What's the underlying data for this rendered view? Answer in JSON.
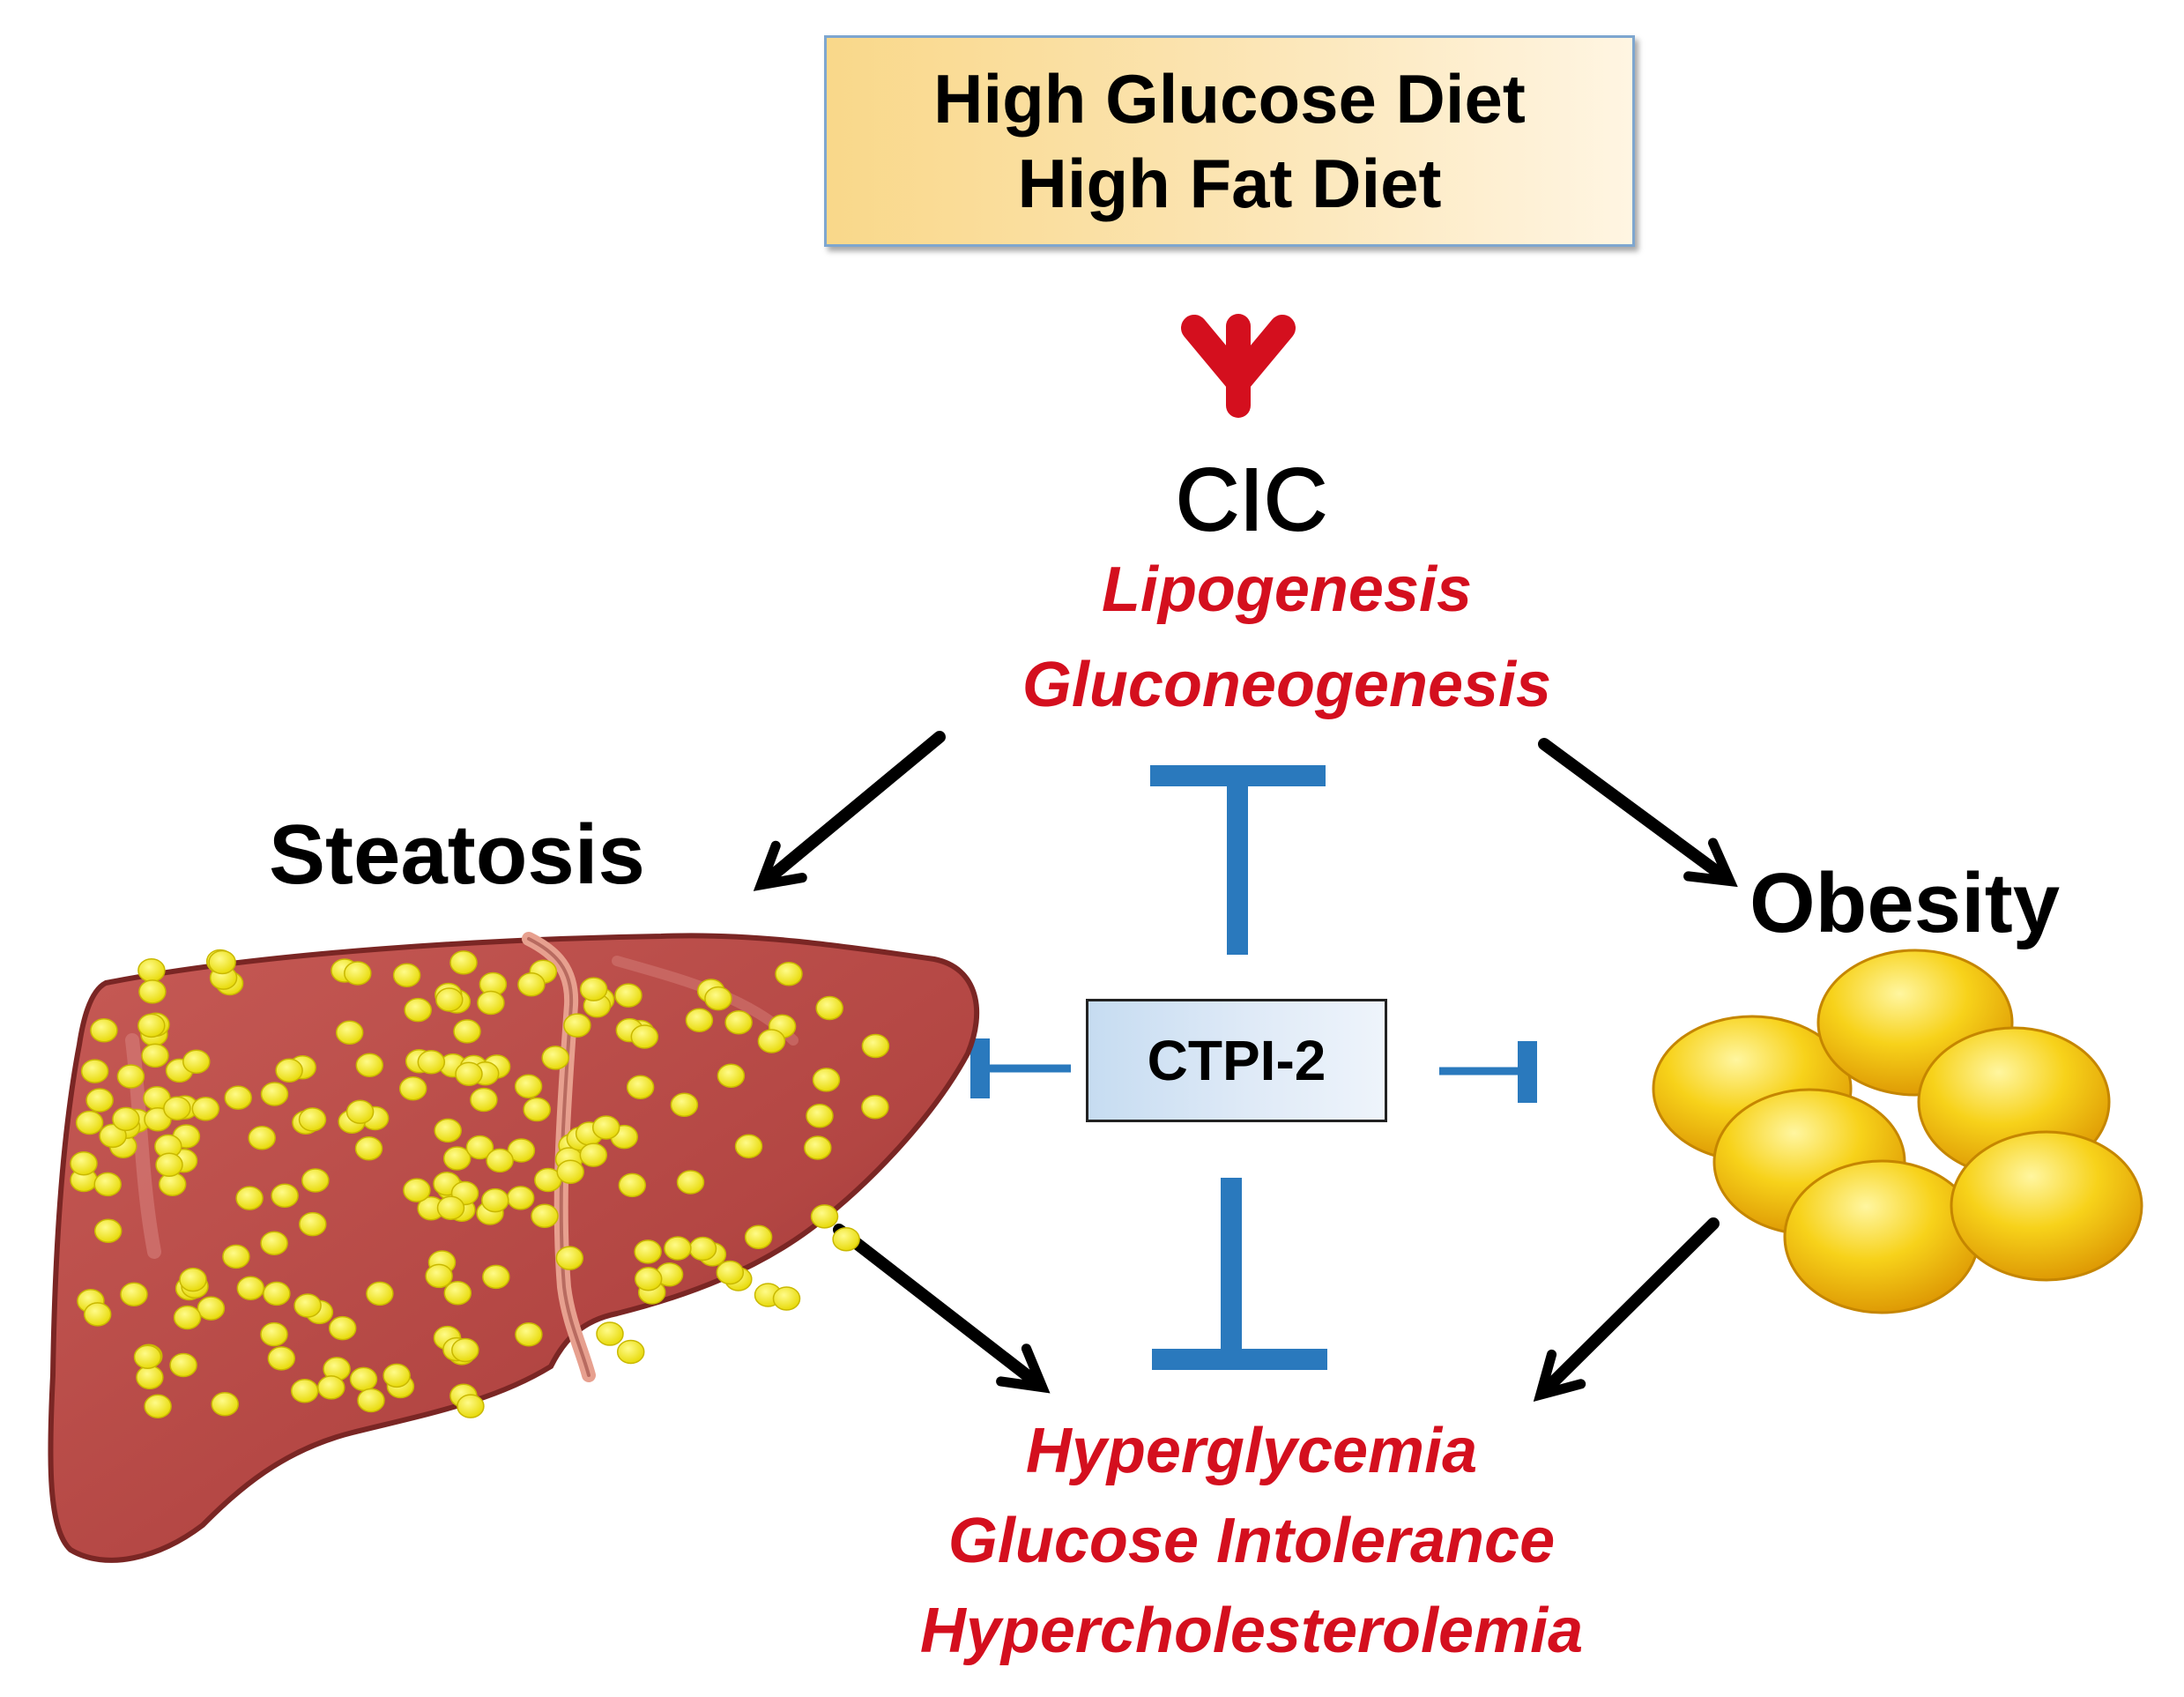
{
  "diet": {
    "line1": "High Glucose Diet",
    "line2": "High Fat Diet"
  },
  "cic": {
    "title": "CIC",
    "effect1": "Lipogenesis",
    "effect2": "Gluconeogenesis"
  },
  "steatosis": "Steatosis",
  "obesity": "Obesity",
  "inhibitor": "CTPI-2",
  "outcomes": {
    "item1": "Hyperglycemia",
    "item2": "Glucose Intolerance",
    "item3": "Hypercholesterolemia"
  },
  "colors": {
    "red_text": "#d40f1e",
    "red_arrow": "#d40f1e",
    "inhibition": "#2a79bd",
    "black_arrow": "#000000",
    "liver": "#b84a47",
    "fat_droplet": "#f1e608",
    "fat_cell": "#f0b400"
  },
  "icons": {
    "liver": "liver-icon",
    "adipocytes": "adipose-cells-icon"
  }
}
